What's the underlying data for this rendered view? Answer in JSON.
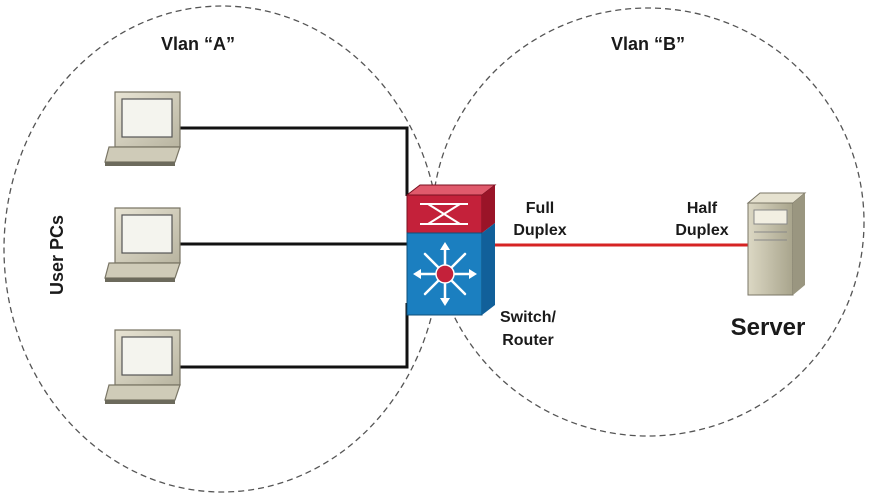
{
  "vlans": [
    {
      "label": "Vlan “A”"
    },
    {
      "label": "Vlan “B”"
    }
  ],
  "group_label": "User PCs",
  "switch": {
    "label_line1": "Switch/",
    "label_line2": "Router",
    "top_color": "#c4213a",
    "body_color": "#1b7fc0"
  },
  "link": {
    "left_line1": "Full",
    "left_line2": "Duplex",
    "right_line1": "Half",
    "right_line2": "Duplex",
    "color": "#d62323"
  },
  "server": {
    "label": "Server"
  },
  "pcs": [
    {
      "icon": "computer-icon"
    },
    {
      "icon": "computer-icon"
    },
    {
      "icon": "computer-icon"
    }
  ]
}
